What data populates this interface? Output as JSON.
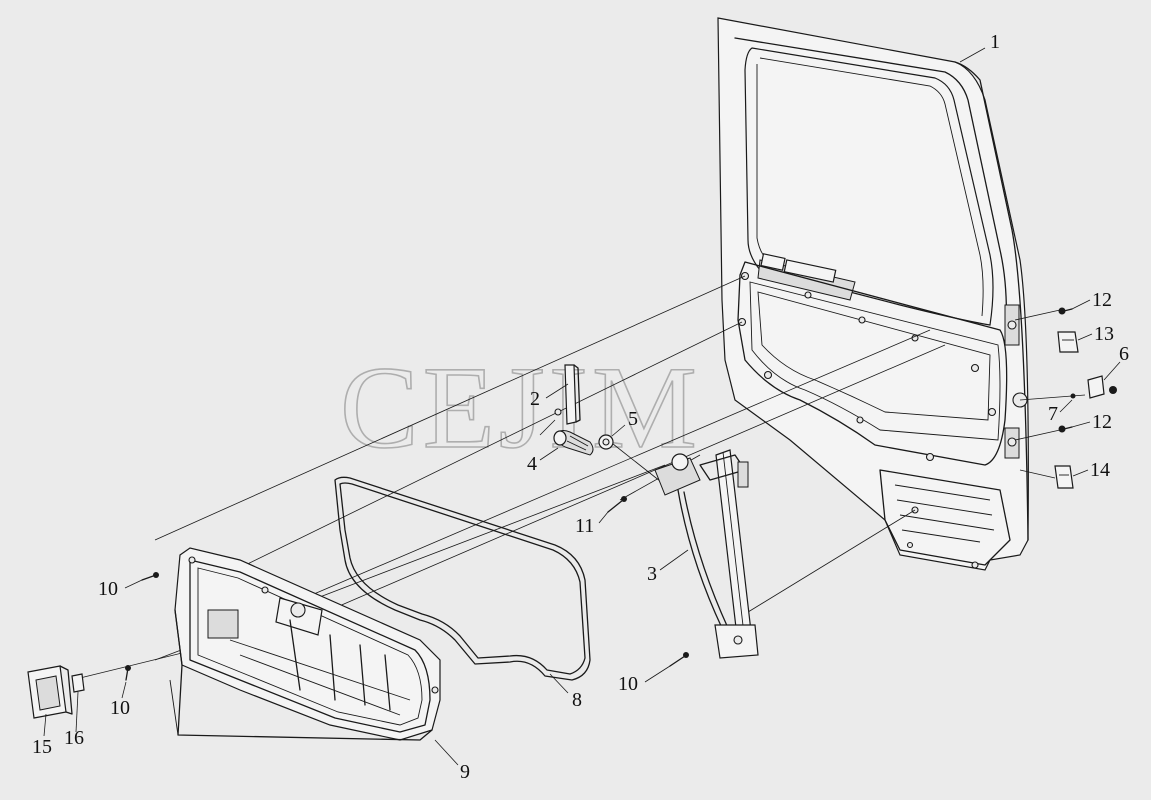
{
  "watermark": "CEJIM",
  "callouts": {
    "c1": "1",
    "c2": "2",
    "c3": "3",
    "c4": "4",
    "c5": "5",
    "c6": "6",
    "c7": "7",
    "c8": "8",
    "c9": "9",
    "c10a": "10",
    "c10b": "10",
    "c10c": "10",
    "c11": "11",
    "c12a": "12",
    "c12b": "12",
    "c13": "13",
    "c14": "14",
    "c15": "15",
    "c16": "16"
  }
}
